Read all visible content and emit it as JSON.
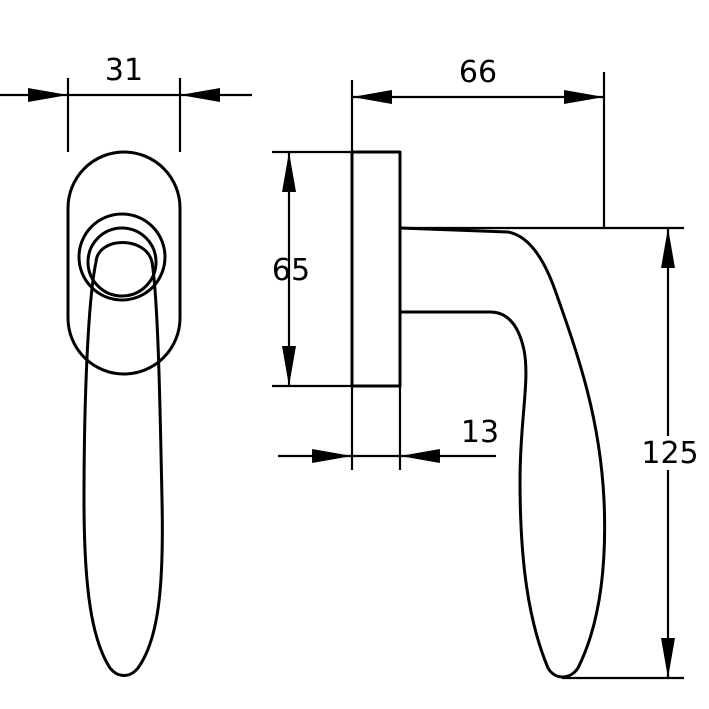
{
  "drawing": {
    "dimensions": {
      "rose_width": "31",
      "total_depth": "66",
      "rose_height": "65",
      "rose_thickness": "13",
      "handle_length": "125"
    },
    "colors": {
      "line": "#000000",
      "background": "#ffffff"
    }
  }
}
